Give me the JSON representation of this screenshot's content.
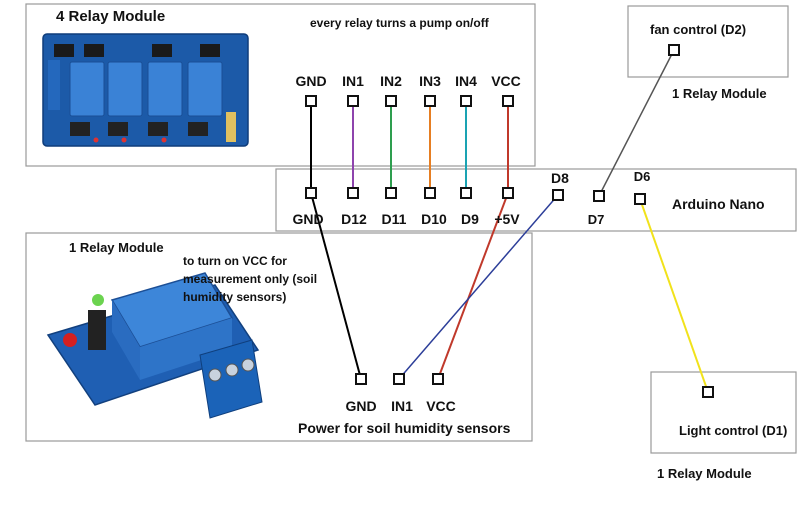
{
  "four_relay": {
    "title": "4 Relay Module",
    "note": "every relay turns a pump on/off",
    "pins": [
      "GND",
      "IN1",
      "IN2",
      "IN3",
      "IN4",
      "VCC"
    ]
  },
  "arduino": {
    "title": "Arduino Nano",
    "bottom_pins": [
      "GND",
      "D12",
      "D11",
      "D10",
      "D9",
      "+5V"
    ],
    "pin_d8": "D8",
    "pin_d7": "D7",
    "pin_d6": "D6"
  },
  "fan": {
    "title": "fan control (D2)",
    "module_label": "1 Relay Module"
  },
  "light": {
    "title": "Light control  (D1)",
    "module_label": "1 Relay Module"
  },
  "sensor_relay": {
    "title": "1 Relay Module",
    "note_lines": [
      "to turn on VCC for",
      "measurement only (soil",
      "humidity sensors)"
    ],
    "pins": [
      "GND",
      "IN1",
      "VCC"
    ],
    "caption": "Power for soil humidity sensors"
  },
  "wire_colors": {
    "gnd": "#000000",
    "in1": "#8e44ad",
    "in2": "#2e9e4f",
    "in3": "#e67e22",
    "in4": "#1aa3b3",
    "vcc": "#c0392b",
    "d8": "#2c3e99",
    "d7": "#555555",
    "d6": "#f1e21b"
  }
}
